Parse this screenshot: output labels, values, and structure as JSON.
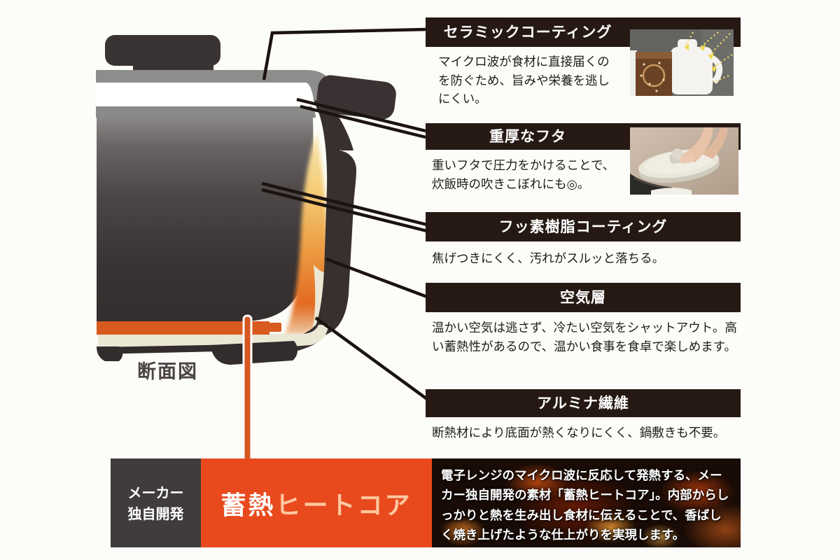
{
  "diagram": {
    "cross_section_label": "断面図",
    "features": [
      {
        "title": "セラミックコーティング",
        "description": "マイクロ波が食材に直接届くのを防ぐため、旨みや栄養を逃しにくい。",
        "photo": "microwave-reflection-render"
      },
      {
        "title": "重厚なフタ",
        "description": "重いフタで圧力をかけることで、炊飯時の吹きこぼれにも◎。",
        "photo": "hand-holding-lid-photo"
      },
      {
        "title": "フッ素樹脂コーティング",
        "description": "焦げつきにくく、汚れがスルッと落ちる。"
      },
      {
        "title": "空気層",
        "description": "温かい空気は逃さず、冷たい空気をシャットアウト。高い蓄熱性があるので、温かい食事を食卓で楽しめます。"
      },
      {
        "title": "アルミナ繊維",
        "description": "断熱材により底面が熱くなりにくく、鍋敷きも不要。"
      }
    ],
    "heat_core": {
      "badge": "メーカー\n独自開発",
      "name_emphasis": "蓄熱",
      "name_rest": "ヒートコア",
      "description": "電子レンジのマイクロ波に反応して発熱する、メーカー独自開発の素材「蓄熱ヒートコア」。内部からしっかりと熱を生み出し食材に伝えることで、香ばしく焼き上げたような仕上がりを実現します。"
    },
    "colors": {
      "feature_bar_bg": "#261913",
      "feature_bar_text": "#ffffff",
      "accent_orange": "#e84a1d",
      "heat_band_orange": "#d85a1e",
      "badge_bg": "#403b3c",
      "flame_yellow": "#f5cd78",
      "alumina_cream": "#ebe7d5",
      "page_background": "#fcfcf8"
    }
  }
}
